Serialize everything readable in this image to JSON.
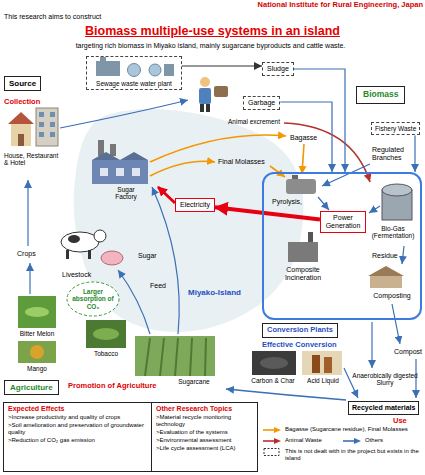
{
  "diagram": {
    "title": "Biomass multiple-use systems in an island",
    "nodes": [
      {
        "text": [
          "Source"
        ]
      },
      {
        "text": [
          "Sewage waste water plant"
        ]
      },
      {
        "text": [
          "Sludge"
        ]
      },
      {
        "text": [
          "Garbage"
        ]
      },
      {
        "text": [
          "Biomass"
        ]
      },
      {
        "text": [
          "Fishery Waste"
        ]
      },
      {
        "text": [
          "Electricity"
        ]
      },
      {
        "text": [
          "Pyrolysis,",
          "Bio-Gas (Fermentation)",
          "Residue",
          "Composite Incineration",
          "Composting"
        ]
      },
      {
        "text": [
          "Power Generation"
        ],
        "in": 7
      },
      {
        "text": [
          "Conversion Plants"
        ]
      },
      {
        "text": [
          "Larger absorption of CO₂"
        ]
      },
      {
        "text": [
          "Recycled materials"
        ]
      },
      {
        "text": [
          "Agriculture"
        ]
      },
      {
        "text": [
          "Expected Effects",
          ">Increase productivity and quality of crops",
          ">Soil amelioration and preservation of groundwater quality",
          ">Reduction of CO₂ gas emission"
        ]
      },
      {
        "text": [
          "Other Research Topics",
          ">Material recycle monitoring technology",
          ">Evaluation of the systems",
          ">Environmental assessment",
          ">Life cycle assessment (LCA)"
        ]
      }
    ],
    "edges": [
      {
        "from": 1,
        "to": 2,
        "arrow": "to"
      },
      {
        "from": 2,
        "to": 7,
        "arrow": "to"
      },
      {
        "from": 3,
        "to": 7,
        "arrow": "to"
      },
      {
        "from": 5,
        "to": 7,
        "arrow": "to"
      },
      {
        "from": 8,
        "to": 6,
        "arrow": "to"
      }
    ],
    "labels": [
      "National Institute for Rural Engineering, Japan",
      "This research aims to construct",
      "targeting rich biomass in Miyako island, mainly sugarcane byproducts and cattle waste.",
      "Collection",
      "House, Restaurant & Hotel",
      "Animal excrement",
      "Bagasse",
      "Regulated Branches",
      "Final Molasses",
      "Sugar Factory",
      "Livestock",
      "Crops",
      "Sugar",
      "Feed",
      "Miyako-Island",
      "Effective Conversion",
      "Compost",
      "Anaerobically digested Slurry",
      "Use",
      "Carbon & Char",
      "Acid Liquid",
      "Bitter Melon",
      "Tobacco",
      "Mango",
      "Sugarcane",
      "Promotion of Agriculture"
    ],
    "legend": [
      {
        "text": "Bagasse (Sugarcane residue), Final Molasses"
      },
      {
        "text": "Animal Waste"
      },
      {
        "text": "Others"
      },
      {
        "text": "This is not dealt with in the project but exists in the island"
      }
    ]
  }
}
